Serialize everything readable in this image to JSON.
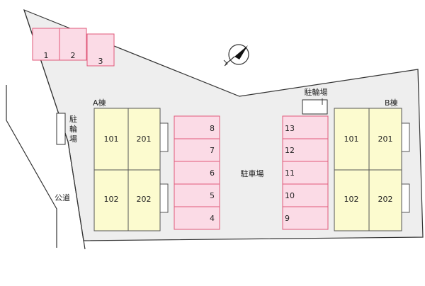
{
  "labels": {
    "building_a": "A棟",
    "building_b": "B棟",
    "bicycle_parking": "駐輪場",
    "bicycle_parking_side": "駐輪場",
    "parking_lot": "駐車場",
    "public_road": "公道"
  },
  "top_left_spaces": [
    "1",
    "2",
    "3"
  ],
  "parking_left_column": [
    "8",
    "7",
    "6",
    "5",
    "4"
  ],
  "parking_right_column": [
    "13",
    "12",
    "11",
    "10",
    "9"
  ],
  "building_a_units": {
    "top_left": "101",
    "top_right": "201",
    "bottom_left": "102",
    "bottom_right": "202"
  },
  "building_b_units": {
    "top_left": "101",
    "top_right": "201",
    "bottom_left": "102",
    "bottom_right": "202"
  },
  "colors": {
    "site_fill": "#eeeeee",
    "site_stroke": "#333333",
    "parking_fill": "#fbdbe6",
    "parking_stroke": "#e05a7a",
    "building_fill": "#fcfbcf",
    "building_stroke": "#555555",
    "road_stroke": "#333333"
  },
  "compass": "north-arrow"
}
